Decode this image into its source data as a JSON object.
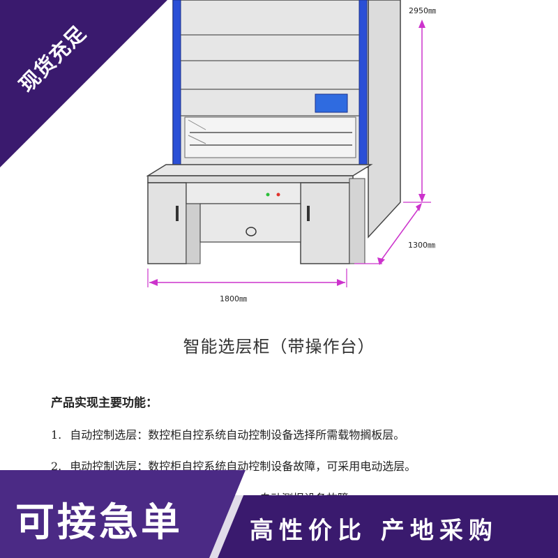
{
  "diagram": {
    "height_label": "2950㎜",
    "depth_label": "1300㎜",
    "width_label": "1800㎜",
    "caption": "智能选层柜（带操作台）"
  },
  "content": {
    "heading": "产品实现主要功能：",
    "items": [
      {
        "num": "1.",
        "text": "自动控制选层：数控柜自控系统自动控制设备选择所需载物搁板层。"
      },
      {
        "num": "2.",
        "text": "电动控制选层：数控柜自控系统自动控制设备故障，可采用电动选层。"
      },
      {
        "text": "自动测报设备故障"
      }
    ]
  },
  "banners": {
    "corner": "现货充足",
    "bottom_left": "可接急单",
    "bottom_right": "高性价比  产地采购"
  },
  "colors": {
    "banner_purple": "#3a1a6e",
    "banner_mid": "#4b2a85",
    "dimension_magenta": "#cc33cc",
    "cabinet_blue": "#2a4fd6",
    "panel_blue": "#2f6be0"
  }
}
